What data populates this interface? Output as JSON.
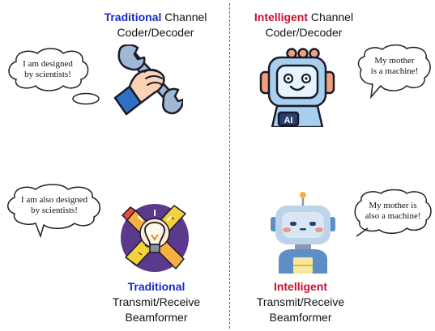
{
  "colors": {
    "traditional": "#1a2bc8",
    "intelligent": "#c8102e",
    "divider": "#e0245e"
  },
  "panels": {
    "top_left": {
      "title_highlight": "Traditional",
      "title_rest": "Channel",
      "title_line2": "Coder/Decoder",
      "bubble_line1": "I am designed",
      "bubble_line2": "by scientists!",
      "icon": "wrench-hand-icon"
    },
    "top_right": {
      "title_highlight": "Intelligent",
      "title_rest": "Channel",
      "title_line2": "Coder/Decoder",
      "bubble_line1": "My mother",
      "bubble_line2": "is a machine!",
      "icon": "ai-robot-head-icon",
      "icon_badge": "AI"
    },
    "bottom_left": {
      "title_highlight": "Traditional",
      "title_line2": "Transmit/Receive",
      "title_line3": "Beamformer",
      "bubble_line1": "I am also designed",
      "bubble_line2": "by scientists!",
      "icon": "lightbulb-tools-icon"
    },
    "bottom_right": {
      "title_highlight": "Intelligent",
      "title_line2": "Transmit/Receive",
      "title_line3": "Beamformer",
      "bubble_line1": "My mother is",
      "bubble_line2": "also a machine!",
      "icon": "robot-icon"
    }
  }
}
